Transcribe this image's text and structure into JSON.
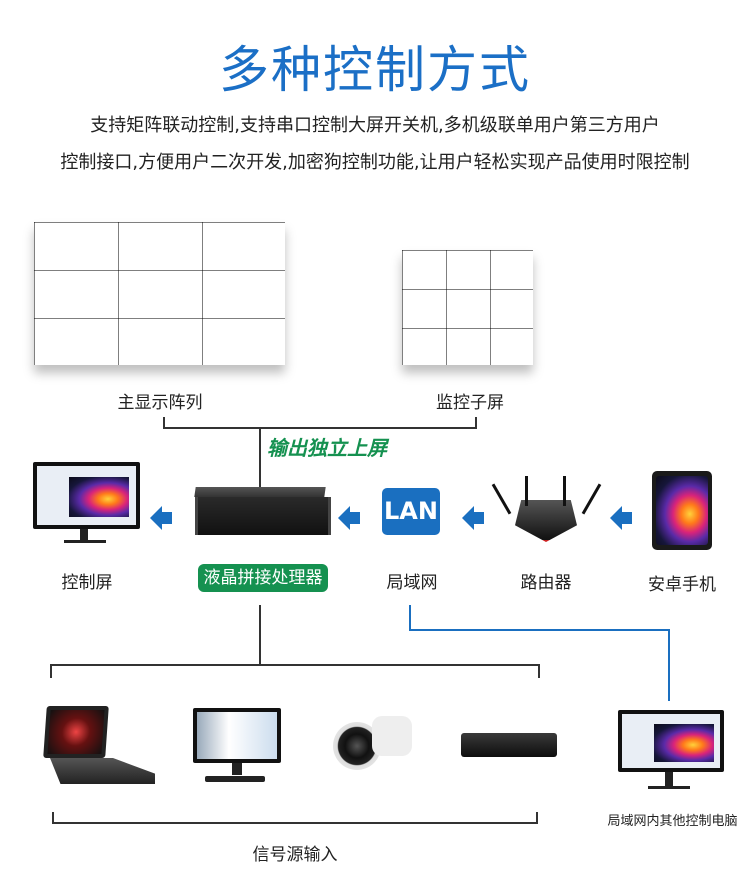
{
  "title": "多种控制方式",
  "description": [
    "支持矩阵联动控制,支持串口控制大屏开关机,多机级联单用户第三方用户",
    "控制接口,方便用户二次开发,加密狗控制功能,让用户轻松实现产品使用时限控制"
  ],
  "top_devices": {
    "main_wall": "主显示阵列",
    "sub_screen": "监控子屏",
    "output_label": "输出独立上屏"
  },
  "chain": {
    "control_screen": "控制屏",
    "processor": "液晶拼接处理器",
    "lan": "局域网",
    "lan_icon_text": "LAN",
    "router": "路由器",
    "phone": "安卓手机"
  },
  "sources": {
    "label": "信号源输入"
  },
  "other_pc": "局域网内其他控制电脑",
  "colors": {
    "title": "#1b6fc6",
    "green": "#159150",
    "arrow": "#1a6fc0"
  }
}
